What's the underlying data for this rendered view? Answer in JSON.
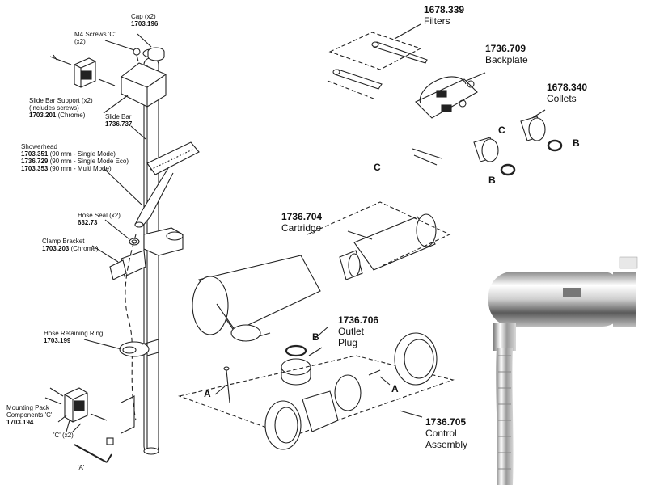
{
  "left_labels": {
    "cap": {
      "name": "Cap (x2)",
      "num": "1703.196"
    },
    "m4_screws": {
      "name": "M4 Screws 'C'",
      "qty": "(x2)"
    },
    "slide_bar_support": {
      "line1": "Slide Bar Support (x2)",
      "line2": "(includes screws)",
      "num": "1703.201",
      "suffix": "(Chrome)"
    },
    "slide_bar": {
      "name": "Slide Bar",
      "num": "1736.737"
    },
    "showerhead": {
      "name": "Showerhead",
      "items": [
        {
          "num": "1703.351",
          "desc": "(90 mm - Single Mode)"
        },
        {
          "num": "1736.729",
          "desc": "(90 mm - Single Mode Eco)"
        },
        {
          "num": "1703.353",
          "desc": "(90 mm - Multi Mode)"
        }
      ]
    },
    "hose_seal": {
      "name": "Hose Seal (x2)",
      "num": "632.73"
    },
    "clamp_bracket": {
      "name": "Clamp Bracket",
      "num": "1703.203",
      "suffix": "(Chrome)"
    },
    "hose_ring": {
      "name": "Hose Retaining Ring",
      "num": "1703.199"
    },
    "mounting_pack": {
      "line1": "Mounting Pack",
      "line2": "Components 'C'",
      "num": "1703.194"
    },
    "c_x2": "'C' (x2)",
    "a_label": "'A'"
  },
  "parts": {
    "filters": {
      "num": "1678.339",
      "name": "Filters"
    },
    "backplate": {
      "num": "1736.709",
      "name": "Backplate"
    },
    "collets": {
      "num": "1678.340",
      "name": "Collets"
    },
    "cartridge": {
      "num": "1736.704",
      "name": "Cartridge"
    },
    "outlet_plug": {
      "num": "1736.706",
      "name1": "Outlet",
      "name2": "Plug"
    },
    "control_assembly": {
      "num": "1736.705",
      "name1": "Control",
      "name2": "Assembly"
    }
  },
  "letters": {
    "a": "A",
    "b": "B",
    "c": "C"
  },
  "colors": {
    "line": "#222222",
    "chrome_light": "#f4f4f4",
    "chrome_dark": "#6a6a6a"
  }
}
